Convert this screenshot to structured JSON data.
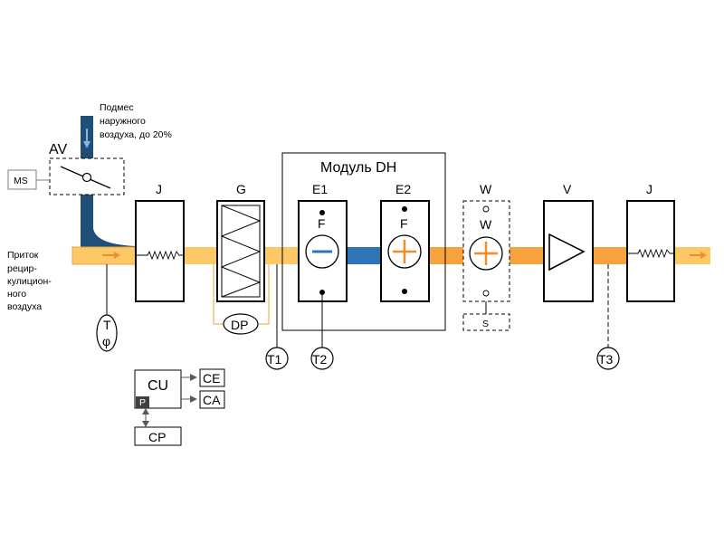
{
  "colors": {
    "duct_light": "#FDC866",
    "duct_orange": "#F7A23C",
    "duct_blue": "#2E75B6",
    "outdoor_blue": "#1F4E79",
    "signal_line": "#E8A33D",
    "dark": "#000000",
    "gray": "#7F7F7F",
    "p_block": "#404040"
  },
  "labels": {
    "outdoor_note": [
      "Подмес",
      "наружного",
      "воздуха, до 20%"
    ],
    "supply_note": [
      "Приток",
      "рецир-",
      "кулицион-",
      "ного",
      "воздуха"
    ],
    "av": "AV",
    "ms": "MS",
    "module": "Модуль DH",
    "j_left": "J",
    "g": "G",
    "e1": "E1",
    "e2": "E2",
    "w_top": "W",
    "v": "V",
    "j_right": "J",
    "f1": "F",
    "f2": "F",
    "w_inner": "W",
    "s": "S",
    "dp": "DP",
    "t": "T",
    "phi": "φ",
    "t1": "T1",
    "t2": "T2",
    "t3": "T3",
    "cu": "CU",
    "p": "P",
    "ce": "CE",
    "ca": "CA",
    "cp": "CP"
  }
}
